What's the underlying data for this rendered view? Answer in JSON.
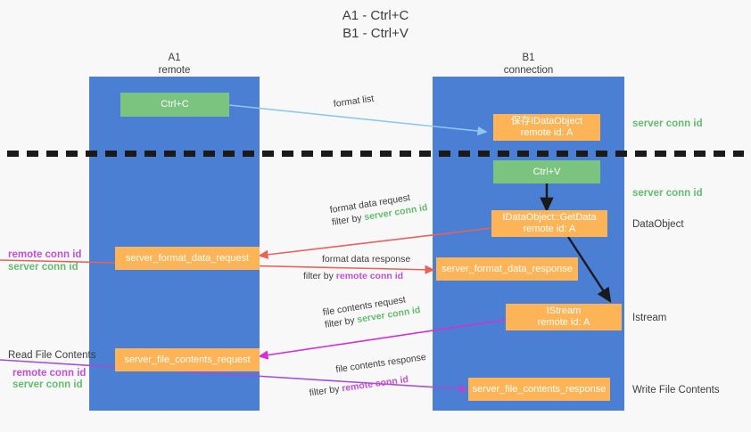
{
  "title": {
    "line1": "A1 - Ctrl+C",
    "line2": "B1 - Ctrl+V"
  },
  "columns": [
    {
      "name": "A1",
      "sub": "remote"
    },
    {
      "name": "B1",
      "sub": "connection"
    }
  ],
  "boxes": {
    "ctrl_c": {
      "label": "Ctrl+C",
      "color": "#7bc47f"
    },
    "ctrl_v": {
      "label": "Ctrl+V",
      "color": "#7bc47f"
    },
    "idataobject_saved": {
      "line1": "保存IDataObject",
      "line2": "remote id: A",
      "color": "#fcb456"
    },
    "idataobject_getdata": {
      "line1": "IDataObject::GetData",
      "line2": "remote id: A",
      "color": "#fcb456"
    },
    "istream": {
      "line1": "IStream",
      "line2": "remote id: A",
      "color": "#fcb456"
    },
    "server_format_data_request": {
      "label": "server_format_data_request",
      "color": "#fcb456"
    },
    "server_format_data_response": {
      "label": "server_format_data_response",
      "color": "#fcb456"
    },
    "server_file_contents_request": {
      "label": "server_file_contents_request",
      "color": "#fcb456"
    },
    "server_file_contents_response": {
      "label": "server_file_contents_response",
      "color": "#fcb456"
    }
  },
  "edges": {
    "format_list": {
      "label": "format list"
    },
    "format_data_request": {
      "label": "format data request",
      "filter_prefix": "filter by ",
      "filter_tag": "server conn id",
      "filter_color": "#62bd6d"
    },
    "format_data_response": {
      "label": "format data response",
      "filter_prefix": "filter by ",
      "filter_tag": "remote conn id",
      "filter_color": "#c24fd4"
    },
    "file_contents_request": {
      "label": "file contents request",
      "filter_prefix": "filter by ",
      "filter_tag": "server conn id",
      "filter_color": "#62bd6d"
    },
    "file_contents_response": {
      "label": "file contents response",
      "filter_prefix": "filter by ",
      "filter_tag": "remote conn id",
      "filter_color": "#c24fd4"
    }
  },
  "right_labels": {
    "server_conn_id_top": "server conn id",
    "server_conn_id_mid": "server conn id",
    "dataobject": "DataObject",
    "istream": "Istream",
    "write_file_contents": "Write File Contents"
  },
  "left_labels": {
    "format_remote": "remote conn id",
    "format_server": "server conn id",
    "read_file_contents": "Read File Contents",
    "file_remote": "remote conn id",
    "file_server": "server conn id"
  },
  "colors": {
    "lane": "#4a7fd4",
    "green_box": "#7bc47f",
    "orange_box": "#fcb456",
    "green_text": "#62bd6d",
    "purple_text": "#c24fd4",
    "blue_arrow": "#8ec6f0",
    "red_arrow": "#e8625a",
    "magenta_arrow": "#d42fd4",
    "purple_arrow": "#a24fd4",
    "black_arrow": "#1a1a1a",
    "background": "#f8f8f8"
  }
}
